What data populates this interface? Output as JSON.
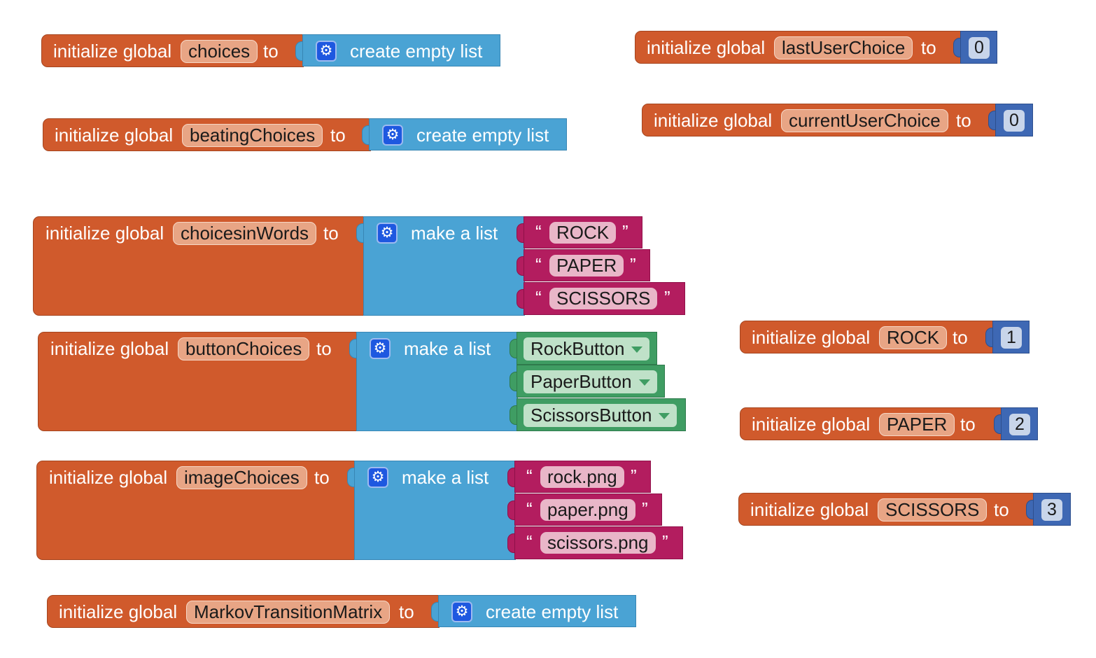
{
  "labels": {
    "init": "initialize global",
    "to": "to",
    "create_empty": "create empty list",
    "make_list": "make a list",
    "quote_open": "“",
    "quote_close": "”"
  },
  "icons": {
    "mutator": "gear-icon",
    "dropdown": "dropdown-arrow-icon"
  },
  "colors": {
    "variables": "#d05a2c",
    "lists": "#4aa3d4",
    "text": "#b31d5f",
    "components": "#3f9d63",
    "math": "#3e68b4"
  },
  "globals": {
    "choices": {
      "name": "choices",
      "value": "create empty list"
    },
    "beatingChoices": {
      "name": "beatingChoices",
      "value": "create empty list"
    },
    "choicesinWords": {
      "name": "choicesinWords",
      "items": [
        "ROCK",
        "PAPER",
        "SCISSORS"
      ]
    },
    "buttonChoices": {
      "name": "buttonChoices",
      "items": [
        "RockButton",
        "PaperButton",
        "ScissorsButton"
      ]
    },
    "imageChoices": {
      "name": "imageChoices",
      "items": [
        "rock.png",
        "paper.png",
        "scissors.png"
      ]
    },
    "markov": {
      "name": "MarkovTransitionMatrix",
      "value": "create empty list"
    },
    "lastUserChoice": {
      "name": "lastUserChoice",
      "value": "0"
    },
    "currentUserChoice": {
      "name": "currentUserChoice",
      "value": "0"
    },
    "rock": {
      "name": "ROCK",
      "value": "1"
    },
    "paper": {
      "name": "PAPER",
      "value": "2"
    },
    "scissors": {
      "name": "SCISSORS",
      "value": "3"
    }
  }
}
